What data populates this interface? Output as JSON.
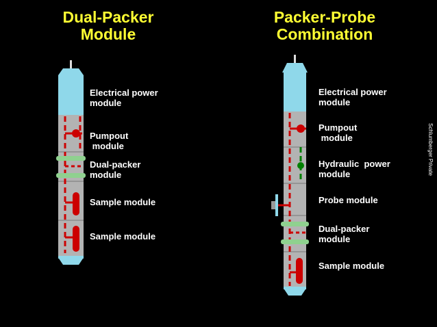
{
  "left": {
    "title": "Dual-Packer\nModule",
    "labels": {
      "electrical_power": "Electrical power\nmodule",
      "pumpout": "Pumpout\n module",
      "dual_packer": "Dual-packer\nmodule",
      "sample_1": "Sample module",
      "sample_2": "Sample module"
    }
  },
  "right": {
    "title": "Packer-Probe\nCombination",
    "labels": {
      "electrical_power": "Electrical power\nmodule",
      "pumpout": "Pumpout\n module",
      "hydraulic_power": "Hydraulic  power\nmodule",
      "probe": "Probe module",
      "dual_packer": "Dual-packer\nmodule",
      "sample": "Sample module"
    }
  },
  "side_text": "Schlumberger Private",
  "colors": {
    "title": "#ffff33",
    "tool_cyan": "#8fd8ea",
    "tool_body": "#b3b3b3",
    "flowline": "#cc0000",
    "packer": "#8fd18f",
    "hydraulic": "#008000"
  }
}
